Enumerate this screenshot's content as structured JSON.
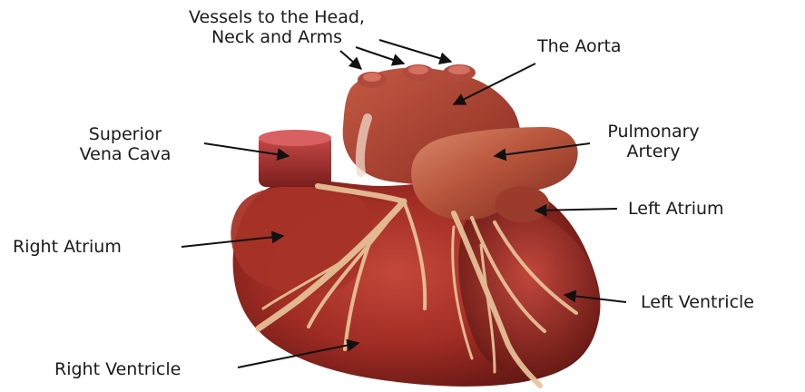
{
  "labels": {
    "vessels_line1": "Vessels to the Head,",
    "vessels_line2": "Neck and Arms",
    "aorta": "The Aorta",
    "superior_line1": "Superior",
    "superior_line2": "Vena Cava",
    "pulmonary_line1": "Pulmonary",
    "pulmonary_line2": "Artery",
    "left_atrium": "Left Atrium",
    "right_atrium": "Right Atrium",
    "left_ventricle": "Left Ventricle",
    "right_ventricle": "Right Ventricle"
  },
  "colors": {
    "background": "#ffffff",
    "heart_tissue": "#a8332a",
    "vessel": "#b8503e",
    "artery_highlight": "#c86a52",
    "coronary": "#e8c49a",
    "label_text": "#1a1a1a"
  }
}
